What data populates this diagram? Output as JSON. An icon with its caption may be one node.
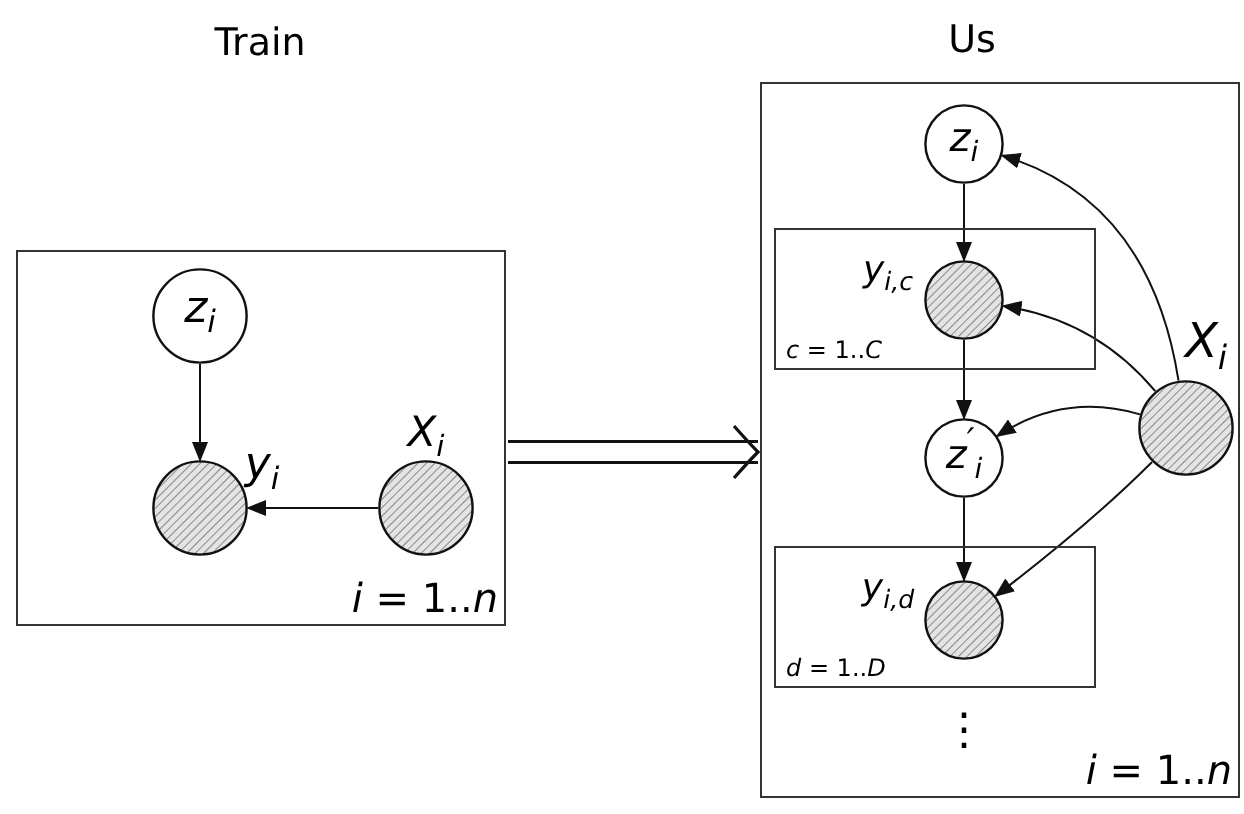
{
  "diagram": {
    "nodes": [
      {
        "text": [
          "*i* = 1..*n*"
        ]
      },
      {
        "text": [
          "z$_{i}$"
        ],
        "in": 0
      },
      {
        "text": [],
        "shape": "circle",
        "in": 0,
        "beside": [
          "y$_{i}$"
        ]
      },
      {
        "text": [],
        "shape": "circle",
        "in": 0,
        "beside": [
          "X$_{i}$"
        ]
      },
      {
        "text": [
          "Us",
          "*i* = 1..*n*"
        ]
      },
      {
        "text": [
          "z$_{i}$"
        ],
        "in": 4
      },
      {
        "text": [
          "*c* = 1..*C*"
        ],
        "in": 4
      },
      {
        "text": [],
        "shape": "circle",
        "in": 6,
        "beside": [
          "y$_{i,c}$"
        ]
      },
      {
        "text": [
          "z$^{′}$$_{i}$"
        ],
        "in": 4
      },
      {
        "text": [
          "*d* = 1..*D*"
        ],
        "in": 4
      },
      {
        "text": [],
        "shape": "circle",
        "in": 9,
        "beside": [
          "y$_{i,d}$"
        ]
      },
      {
        "text": [],
        "shape": "circle",
        "in": 4,
        "beside": [
          "X$_{i}$"
        ]
      }
    ],
    "edges": [
      {
        "from": 0,
        "to": 4,
        "arrow": "to"
      },
      {
        "from": 1,
        "to": 2,
        "arrow": "to"
      },
      {
        "from": 3,
        "to": 2,
        "arrow": "to"
      },
      {
        "from": 5,
        "to": 7,
        "arrow": "to"
      },
      {
        "from": 7,
        "to": 8,
        "arrow": "to"
      },
      {
        "from": 8,
        "to": 10,
        "arrow": "to"
      },
      {
        "from": 11,
        "to": 5,
        "arrow": "to"
      },
      {
        "from": 11,
        "to": 7,
        "arrow": "to"
      },
      {
        "from": 11,
        "to": 8,
        "arrow": "to"
      },
      {
        "from": 11,
        "to": 10,
        "arrow": "to"
      }
    ],
    "labels": [
      "Train",
      "⋮"
    ]
  }
}
